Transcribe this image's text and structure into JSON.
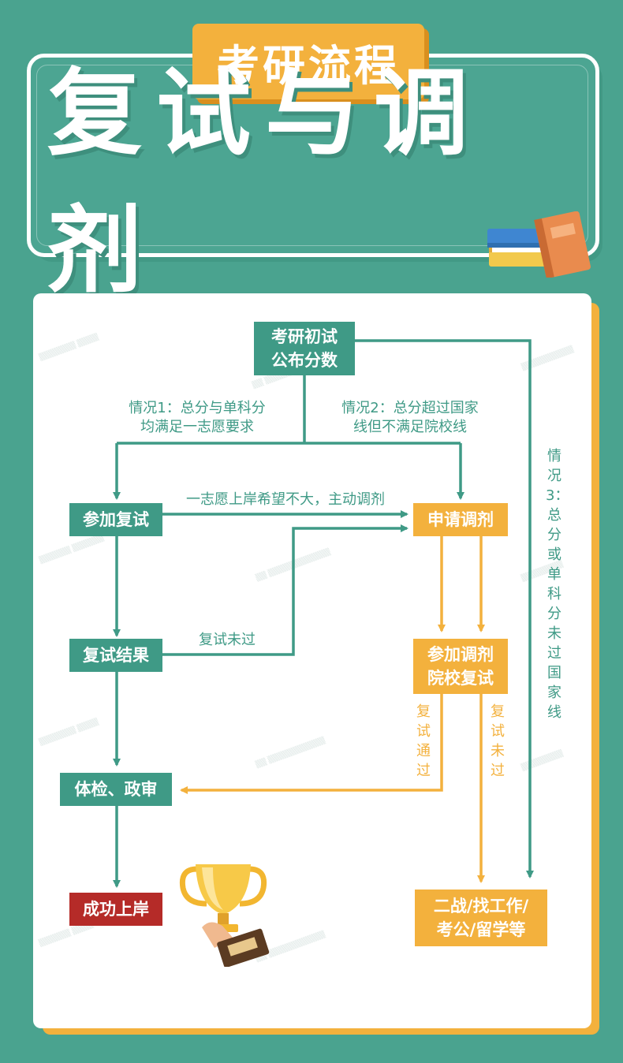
{
  "header": {
    "tag": "考研流程",
    "title": "复试与调剂"
  },
  "nodes": {
    "start": [
      "考研初试",
      "公布分数"
    ],
    "retest": "参加复试",
    "apply": "申请调剂",
    "result": "复试结果",
    "adjust_retest": [
      "参加调剂",
      "院校复试"
    ],
    "check": "体检、政审",
    "success": "成功上岸",
    "fallback": [
      "二战/找工作/",
      "考公/留学等"
    ]
  },
  "labels": {
    "case1": [
      "情况1：总分与单科分",
      "均满足一志愿要求"
    ],
    "case2": [
      "情况2：总分超过国家",
      "线但不满足院校线"
    ],
    "case3": "情况3：总分或单科分未过国家线",
    "active_adjust": "一志愿上岸希望不大，主动调剂",
    "retest_failed": "复试未过",
    "adjust_passed": "复试通过",
    "adjust_failed": "复试未过"
  },
  "colors": {
    "background": "#4aa38f",
    "teal": "#3f9a86",
    "orange": "#f3b13d",
    "red": "#b52b28"
  },
  "icons": [
    "books-icon",
    "trophy-icon"
  ]
}
